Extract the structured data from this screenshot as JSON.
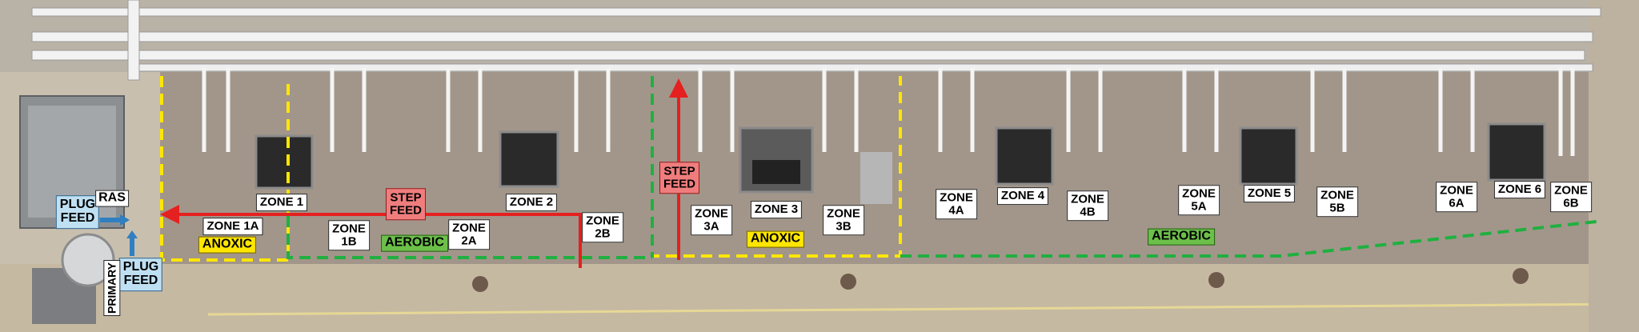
{
  "labels": {
    "zone_1": "ZONE 1",
    "zone_1a": "ZONE 1A",
    "zone_1b": "ZONE\n1B",
    "zone_2": "ZONE 2",
    "zone_2a": "ZONE\n2A",
    "zone_2b": "ZONE\n2B",
    "zone_3": "ZONE 3",
    "zone_3a": "ZONE\n3A",
    "zone_3b": "ZONE\n3B",
    "zone_4": "ZONE 4",
    "zone_4a": "ZONE\n4A",
    "zone_4b": "ZONE\n4B",
    "zone_5": "ZONE 5",
    "zone_5a": "ZONE\n5A",
    "zone_5b": "ZONE\n5B",
    "zone_6": "ZONE 6",
    "zone_6a": "ZONE\n6A",
    "zone_6b": "ZONE\n6B",
    "anoxic_1": "ANOXIC",
    "anoxic_2": "ANOXIC",
    "aerobic_1": "AEROBIC",
    "aerobic_2": "AEROBIC",
    "step_feed_1": "STEP\nFEED",
    "step_feed_2": "STEP\nFEED",
    "plug_feed_1": "PLUG\nFEED",
    "plug_feed_2": "PLUG\nFEED",
    "ras": "RAS",
    "primary": "PRIMARY"
  },
  "colors": {
    "anoxic": "#ffe600",
    "aerobic": "#6cc04a",
    "step_feed": "#f07d7d",
    "feed_arrow": "#e52020",
    "plug_feed": "#bfe0f2",
    "plug_arrow": "#2f7fc1"
  }
}
